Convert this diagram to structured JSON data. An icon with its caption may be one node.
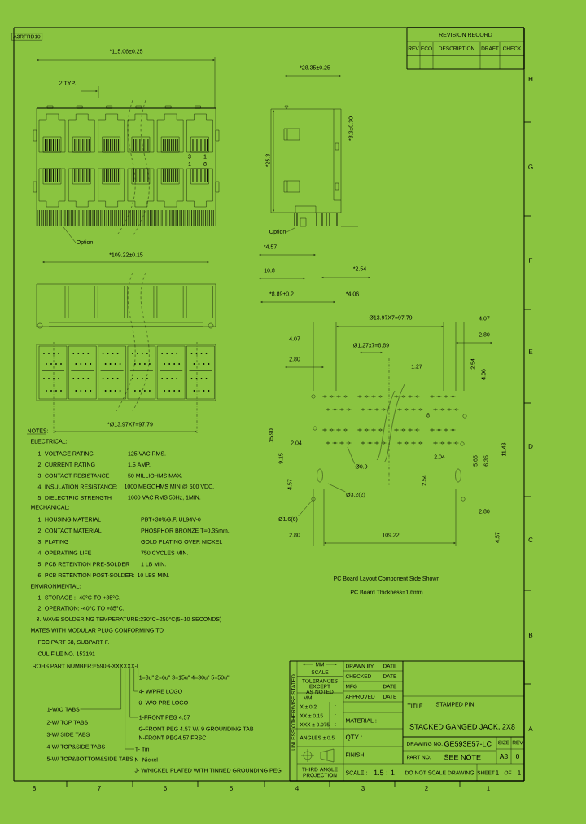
{
  "diagram": {
    "nodes": [
      {
        "text": [
          "A3RFRD10"
        ]
      },
      {
        "text": [
          "Option"
        ]
      },
      {
        "text": [
          "Option"
        ]
      },
      {
        "text": [
          "Ø0.9"
        ]
      },
      {
        "text": [
          "Ø3.2(2)"
        ]
      },
      {
        "text": [
          "Ø1.6(6)"
        ]
      },
      {
        "text": [
          "ROHS PART NUMBER:E590B-XXXXXX-L"
        ]
      },
      {
        "text": [
          "1=3u\" 2=6u\" 3=15u\" 4=30u\" 5=50u\""
        ]
      },
      {
        "text": [
          "4- W/PRE LOGO"
        ]
      },
      {
        "text": [
          "1-FRONT PEG 4.57"
        ]
      },
      {
        "text": [
          "1-W/O TABS"
        ]
      },
      {
        "text": [
          "T- Tin"
        ]
      },
      {
        "text": [],
        "shape": "circle"
      }
    ],
    "edges": [
      {
        "from": 1,
        "to": null,
        "arrow": "none"
      },
      {
        "from": 2,
        "to": null,
        "arrow": "none"
      },
      {
        "from": 3,
        "to": null,
        "arrow": "none"
      },
      {
        "from": 4,
        "to": null,
        "arrow": "none"
      },
      {
        "from": 5,
        "to": 12,
        "arrow": "none"
      },
      {
        "from": 6,
        "to": 7,
        "arrow": "none"
      },
      {
        "from": 6,
        "to": 8,
        "arrow": "none"
      },
      {
        "from": 6,
        "to": 9,
        "arrow": "none"
      },
      {
        "from": 6,
        "to": 10,
        "arrow": "none"
      },
      {
        "from": 6,
        "to": 11,
        "arrow": "none"
      }
    ],
    "labels": [
      "*115.06±0.25",
      "2 TYP.",
      "3",
      "1",
      "1",
      "8",
      "*109.22±0.15",
      "*28.35±0.25",
      "*25.3",
      "*3.3±0.30",
      "*4.57",
      "10.8",
      "*2.54",
      "*8.89±0.2",
      "*4.06",
      "*Ø13.97X7=97.79",
      "Ø13.97X7=97.79",
      "4.07",
      "2.80",
      "4.07",
      "2.80",
      "Ø1.27x7=8.89",
      "1.27",
      "2.54",
      "4.06",
      "15.90",
      "9.15",
      "2.04",
      "8",
      "2.04",
      "2.54",
      "5.65",
      "6.35",
      "11.43",
      "4.57",
      "2.80",
      "2.80",
      "109.22",
      "4.57",
      "PC Board Layout Component Side Shown",
      "PC Board Thickness=1.6mm",
      "NOTES:",
      "ELECTRICAL:",
      "1. VOLTAGE RATING",
      ": 125 VAC RMS.",
      "2. CURRENT RATING",
      ": 1.5 AMP.",
      "3. CONTACT RESISTANCE",
      ": 50 MILLIOHMS MAX.",
      "4. INSULATION RESISTANCE:",
      "1000 MEGOHMS MIN @ 500 VDC.",
      "5. DIELECTRIC STRENGTH",
      ": 1000 VAC RMS 50Hz, 1MIN.",
      "MECHANICAL:",
      "1. HOUSING MATERIAL",
      ": PBT+30%G.F. UL94V-0",
      "2. CONTACT MATERIAL",
      ": PHOSPHOR BRONZE T=0.35mm.",
      "3. PLATING",
      ": GOLD PLATING OVER NICKEL",
      "4. OPERATING LIFE",
      ": 750 CYCLES MIN.",
      "5. PCB RETENTION PRE-SOLDER",
      ": 1 LB MIN.",
      "6. PCB RETENTION POST-SOLDER:",
      "10 LBS MIN.",
      "ENVIRONMENTAL:",
      "1. STORAGE : -40°C TO +85°C.",
      "2. OPERATION: -40°C TO +85°C.",
      "3. WAVE SOLDERING TEMPERATURE:230°C~250°C(5~10 SECONDS)",
      "MATES WITH MODULAR PLUG CONFORMING TO",
      "FCC PART 68, SUBPART F.",
      "CUL FILE NO. 153191",
      "0- W/O PRE LOGO",
      "G-FRONT PEG 4.57 W/ 9 GROUNDING TAB",
      "N-FRONT PEG4.57 FRSC",
      "2-W/ TOP TABS",
      "3-W/ SIDE TABS",
      "4-W/ TOP&SIDE TABS",
      "5-W/ TOP&BOTTOM&SIDE TABS",
      "N- Nickel",
      "J- W/NICKEL PLATED WITH TINNED GROUNDING PEG",
      "REVISION RECORD",
      "REV",
      "ECO",
      "DESCRIPTION",
      "DRAFT",
      "CHECK",
      "UNLESS OTHERWISE STATED",
      "MM",
      "SCALE",
      "TOLERANCES EXCEPT AS NOTED",
      "MM",
      "X ± 0.2",
      ":",
      "XX ± 0.15",
      ":",
      "XXX ± 0.075",
      ":",
      "ANGLES ± 0.5",
      "THIRD ANGLE PROJECTION",
      "DRAWN BY",
      "DATE",
      "CHECKED",
      "DATE",
      "MFG",
      "DATE",
      "APPROVED",
      "DATE",
      "MATERIAL :",
      "QTY :",
      "FINISH",
      "SCALE :",
      "1.5 : 1",
      "TITLE",
      "STAMPED PIN",
      "STACKED GANGED JACK, 2X8",
      "DRAWING NO.",
      "GE593E57-LC",
      "PART NO.",
      "SEE NOTE",
      "SIZE",
      "A3",
      "REV",
      "0",
      "DO NOT SCALE DRAWING",
      "SHEET",
      "1",
      "OF",
      "1",
      "H",
      "G",
      "F",
      "E",
      "D",
      "C",
      "B",
      "A",
      "8",
      "7",
      "6",
      "5",
      "4",
      "3",
      "2",
      "1"
    ]
  }
}
